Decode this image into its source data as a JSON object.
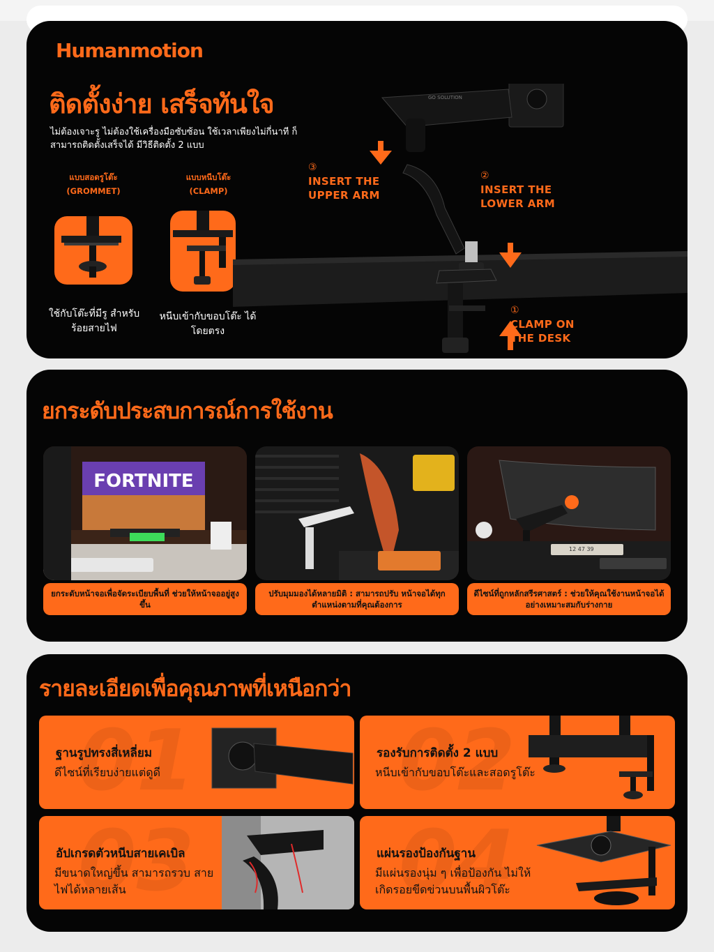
{
  "brand": "Humanmotion",
  "install": {
    "title": "ติดตั้งง่าย เสร็จทันใจ",
    "desc": "ไม่ต้องเจาะรู ไม่ต้องใช้เครื่องมือซับซ้อน ใช้เวลาเพียงไม่กี่นาที ก็สามารถติดตั้งเสร็จได้ มีวิธีติดตั้ง 2 แบบ",
    "mounts": [
      {
        "type_th": "แบบสอดรูโต๊ะ",
        "type_en": "(GROMMET)",
        "caption": "ใช้กับโต๊ะที่มีรู สำหรับร้อยสายไฟ"
      },
      {
        "type_th": "แบบหนีบโต๊ะ",
        "type_en": "(CLAMP)",
        "caption": "หนีบเข้ากับขอบโต๊ะ ได้โดยตรง"
      }
    ],
    "steps": [
      {
        "num": "③",
        "line1": "INSERT THE",
        "line2": "UPPER ARM"
      },
      {
        "num": "②",
        "line1": "INSERT THE",
        "line2": "LOWER ARM"
      },
      {
        "num": "①",
        "line1": "CLAMP ON",
        "line2": "THE DESK"
      }
    ],
    "arm_brand": "GO SOLUTION"
  },
  "experience": {
    "title": "ยกระดับประสบการณ์การใช้งาน",
    "photos": [
      {
        "screen_text": "FORTNITE",
        "caption": "ยกระดับหน้าจอเพื่อจัดระเบียบพื้นที่ ช่วยให้หน้าจออยู่สูงขึ้น"
      },
      {
        "caption": "ปรับมุมมองได้หลายมิติ : สามารถปรับ หน้าจอได้ทุกตำแหน่งตามที่คุณต้องการ"
      },
      {
        "clock": "12 47 39",
        "caption": "ดีไซน์ที่ถูกหลักสรีรศาสตร์ : ช่วยให้คุณใช้งานหน้าจอได้อย่างเหมาะสมกับร่างกาย"
      }
    ]
  },
  "details": {
    "title": "รายละเอียดเพื่อคุณภาพที่เหนือกว่า",
    "cards": [
      {
        "bg": "01",
        "title": "ฐานรูปทรงสี่เหลี่ยม",
        "desc": "ดีไซน์ที่เรียบง่ายแต่ดูดี"
      },
      {
        "bg": "02",
        "title": "รองรับการติดตั้ง 2 แบบ",
        "desc": "หนีบเข้ากับขอบโต๊ะและสอดรูโต๊ะ"
      },
      {
        "bg": "03",
        "title": "อัปเกรดตัวหนีบสายเคเบิล",
        "desc": "มีขนาดใหญ่ขึ้น สามารถรวบ สายไฟได้หลายเส้น"
      },
      {
        "bg": "04",
        "title": "แผ่นรองป้องกันฐาน",
        "desc": "มีแผ่นรองนุ่ม ๆ เพื่อป้องกัน ไม่ให้เกิดรอยขีดข่วนบนพื้นผิวโต๊ะ"
      }
    ]
  }
}
